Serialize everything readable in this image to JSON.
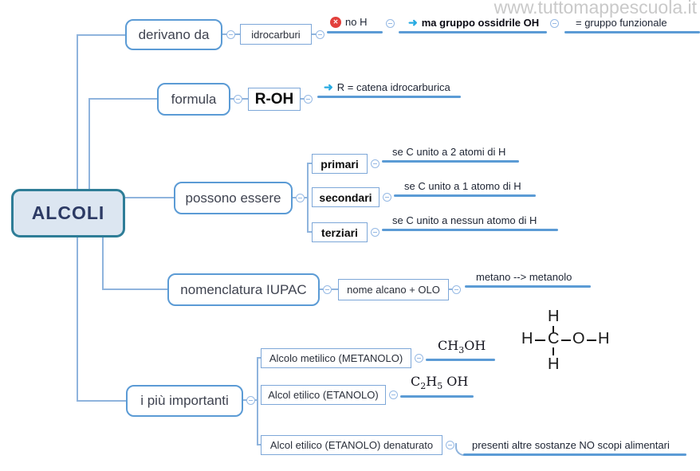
{
  "watermark": "www.tuttomappescuola.it",
  "root": {
    "label": "ALCOLI"
  },
  "branches": {
    "derivano": {
      "label": "derivano da",
      "child": "idrocarburi",
      "note_no_h": "no H",
      "note_ossidrile": "ma gruppo ossidrile OH",
      "note_funzionale": "= gruppo funzionale"
    },
    "formula": {
      "label": "formula",
      "child": "R-OH",
      "note": "R = catena idrocarburica"
    },
    "possono": {
      "label": "possono essere",
      "children": [
        {
          "label": "primari",
          "note": "se C unito a 2 atomi di H"
        },
        {
          "label": "secondari",
          "note": "se C unito a 1 atomo di H"
        },
        {
          "label": "terziari",
          "note": "se C  unito a nessun  atomo di H"
        }
      ]
    },
    "nomenclatura": {
      "label": "nomenclatura IUPAC",
      "child": "nome alcano + OLO",
      "note": "metano --> metanolo"
    },
    "importanti": {
      "label": "i più importanti",
      "children": [
        {
          "label": "Alcolo metilico (METANOLO)"
        },
        {
          "label": "Alcol etilico (ETANOLO)"
        },
        {
          "label": "Alcol etilico (ETANOLO) denaturato",
          "note": "presenti altre sostanze NO scopi  alimentari"
        }
      ]
    }
  },
  "formulas": {
    "metanolo": {
      "ch": "CH",
      "sub": "3",
      "oh": "OH"
    },
    "etanolo": {
      "c": "C",
      "sub_c": "2",
      "h": "H",
      "sub_h": "5",
      "oh": "OH"
    }
  },
  "structure": {
    "top_h": "H",
    "left_h": "H",
    "c": "C",
    "o": "O",
    "right_h": "H",
    "bottom_h": "H"
  },
  "icons": {
    "arrow_right": "➜",
    "red_x": "✕"
  },
  "colors": {
    "box_border": "#5b9bd5",
    "sub_border": "#7da7d8",
    "line": "#8fb4dd",
    "underline": "#5b9bd5",
    "root_border": "#2e7d97",
    "root_fill": "#dce6f1",
    "arrow_blue": "#29abe2",
    "red_icon": "#e2403c",
    "watermark_gray": "#c9c9c9"
  }
}
